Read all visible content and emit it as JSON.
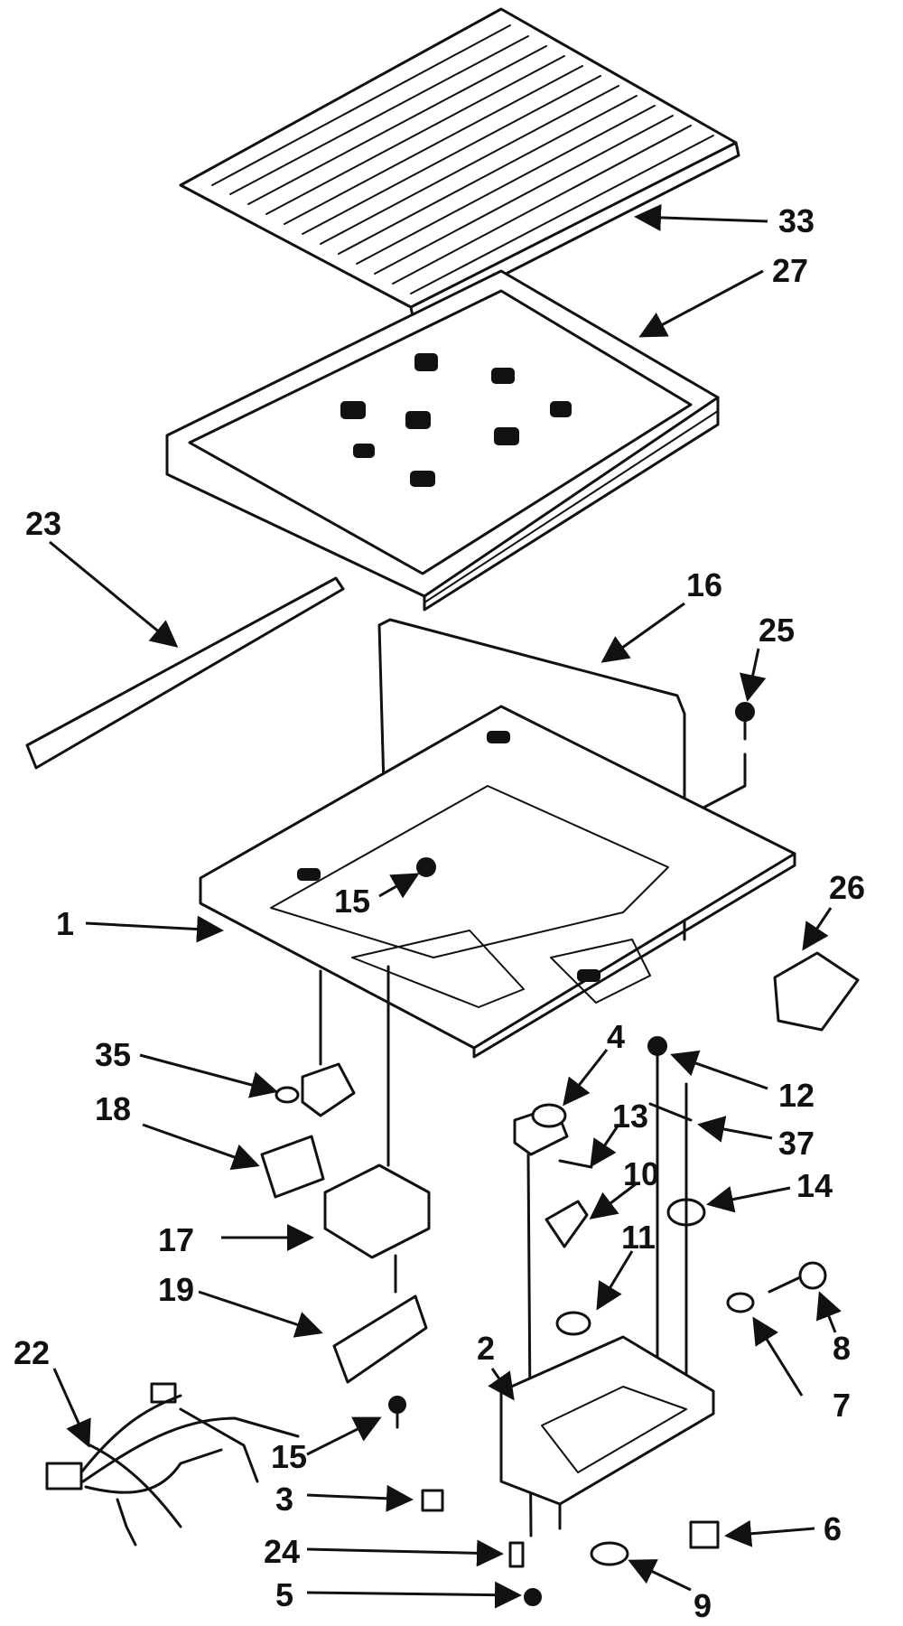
{
  "diagram": {
    "callouts": {
      "c33": "33",
      "c27": "27",
      "c23": "23",
      "c16": "16",
      "c25": "25",
      "c1": "1",
      "c15a": "15",
      "c26": "26",
      "c35": "35",
      "c4": "4",
      "c12": "12",
      "c18": "18",
      "c13": "13",
      "c37": "37",
      "c10": "10",
      "c14": "14",
      "c17": "17",
      "c11": "11",
      "c19": "19",
      "c22": "22",
      "c8": "8",
      "c2": "2",
      "c7": "7",
      "c15b": "15",
      "c3": "3",
      "c6": "6",
      "c24": "24",
      "c5": "5",
      "c9": "9"
    }
  }
}
